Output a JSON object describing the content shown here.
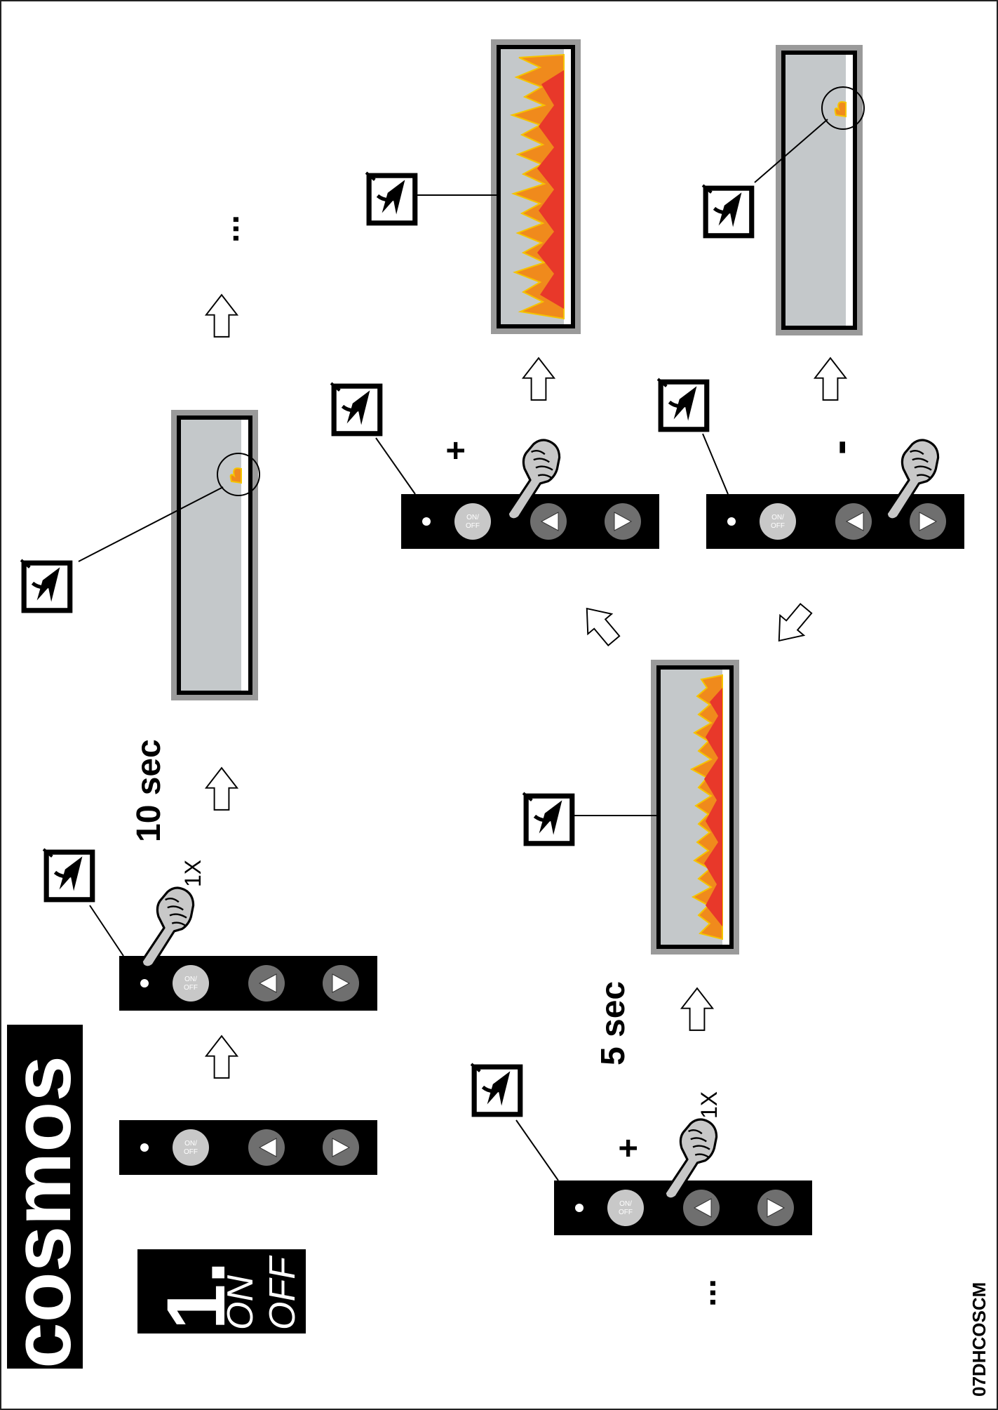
{
  "title": "cosmos",
  "step": {
    "number": "1.",
    "on_label": "ON",
    "off_label": "OFF"
  },
  "footer_code": "07DHCOSCM",
  "control_panel": {
    "button_label_line1": "ON/",
    "button_label_line2": "OFF"
  },
  "annotations": {
    "ten_sec": "10 sec",
    "five_sec": "5 sec",
    "one_x": "1X",
    "plus": "+",
    "minus": "-",
    "ellipsis": "..."
  },
  "colors": {
    "panel": "#000000",
    "display_fill": "#c4c8ca",
    "display_frame": "#9a9a9a",
    "flame_outer": "#f5c400",
    "flame_mid": "#f08a1c",
    "flame_inner": "#e8382a",
    "button_grey": "#6f6f6f",
    "hand_fill": "#c8c8c8"
  },
  "icons": [
    "remote-control-icon",
    "pointing-hand-icon",
    "flame-icon",
    "arrow-icon"
  ]
}
